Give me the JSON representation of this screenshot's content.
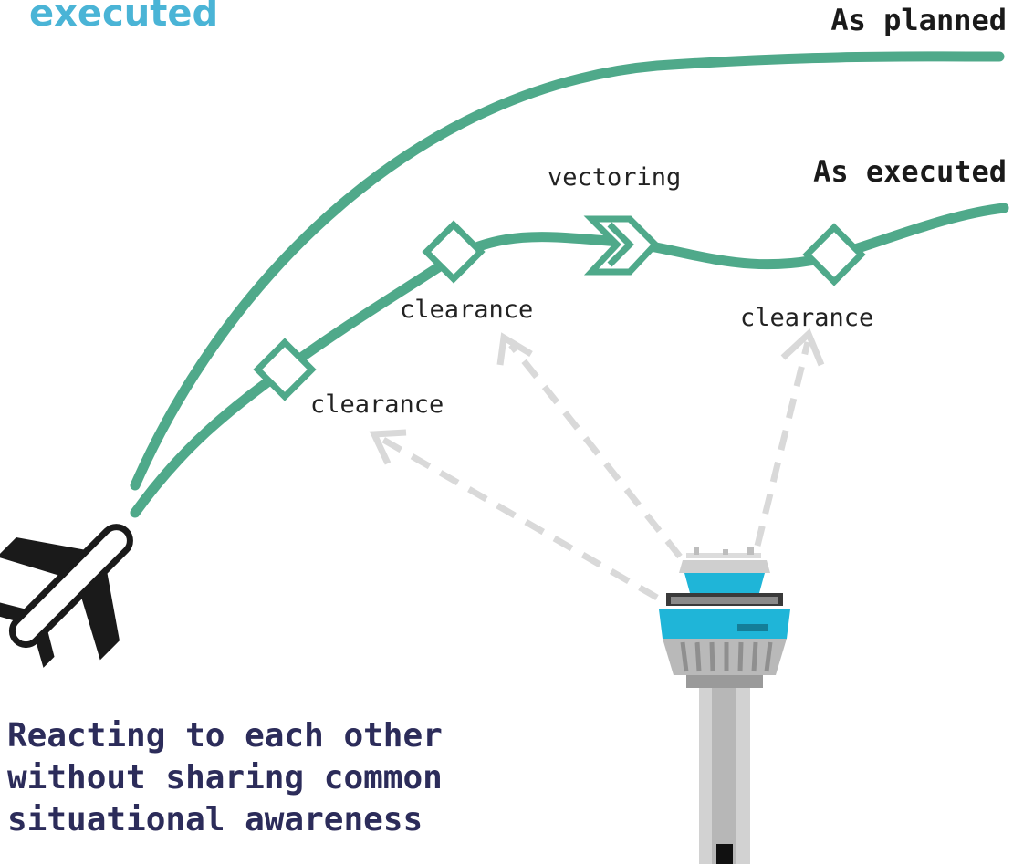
{
  "top_heading": "executed",
  "labels": {
    "as_planned": "As planned",
    "as_executed": "As executed",
    "vectoring": "vectoring",
    "clearance_1": "clearance",
    "clearance_2": "clearance",
    "clearance_3": "clearance"
  },
  "caption": {
    "line1": "Reacting to each other",
    "line2": "without sharing common",
    "line3": "situational awareness"
  },
  "colors": {
    "path_green": "#4fa98a",
    "heading_blue": "#4ab4d6",
    "caption_navy": "#2c2c5a",
    "arrow_gray": "#d9d9d9",
    "tower_cyan": "#1fb5d8",
    "icon_dark": "#1a1a1a"
  },
  "icons": {
    "aircraft": "airplane-icon",
    "tower": "control-tower-icon",
    "clearance_marker": "diamond-marker-icon",
    "vectoring_marker": "double-chevron-icon"
  }
}
